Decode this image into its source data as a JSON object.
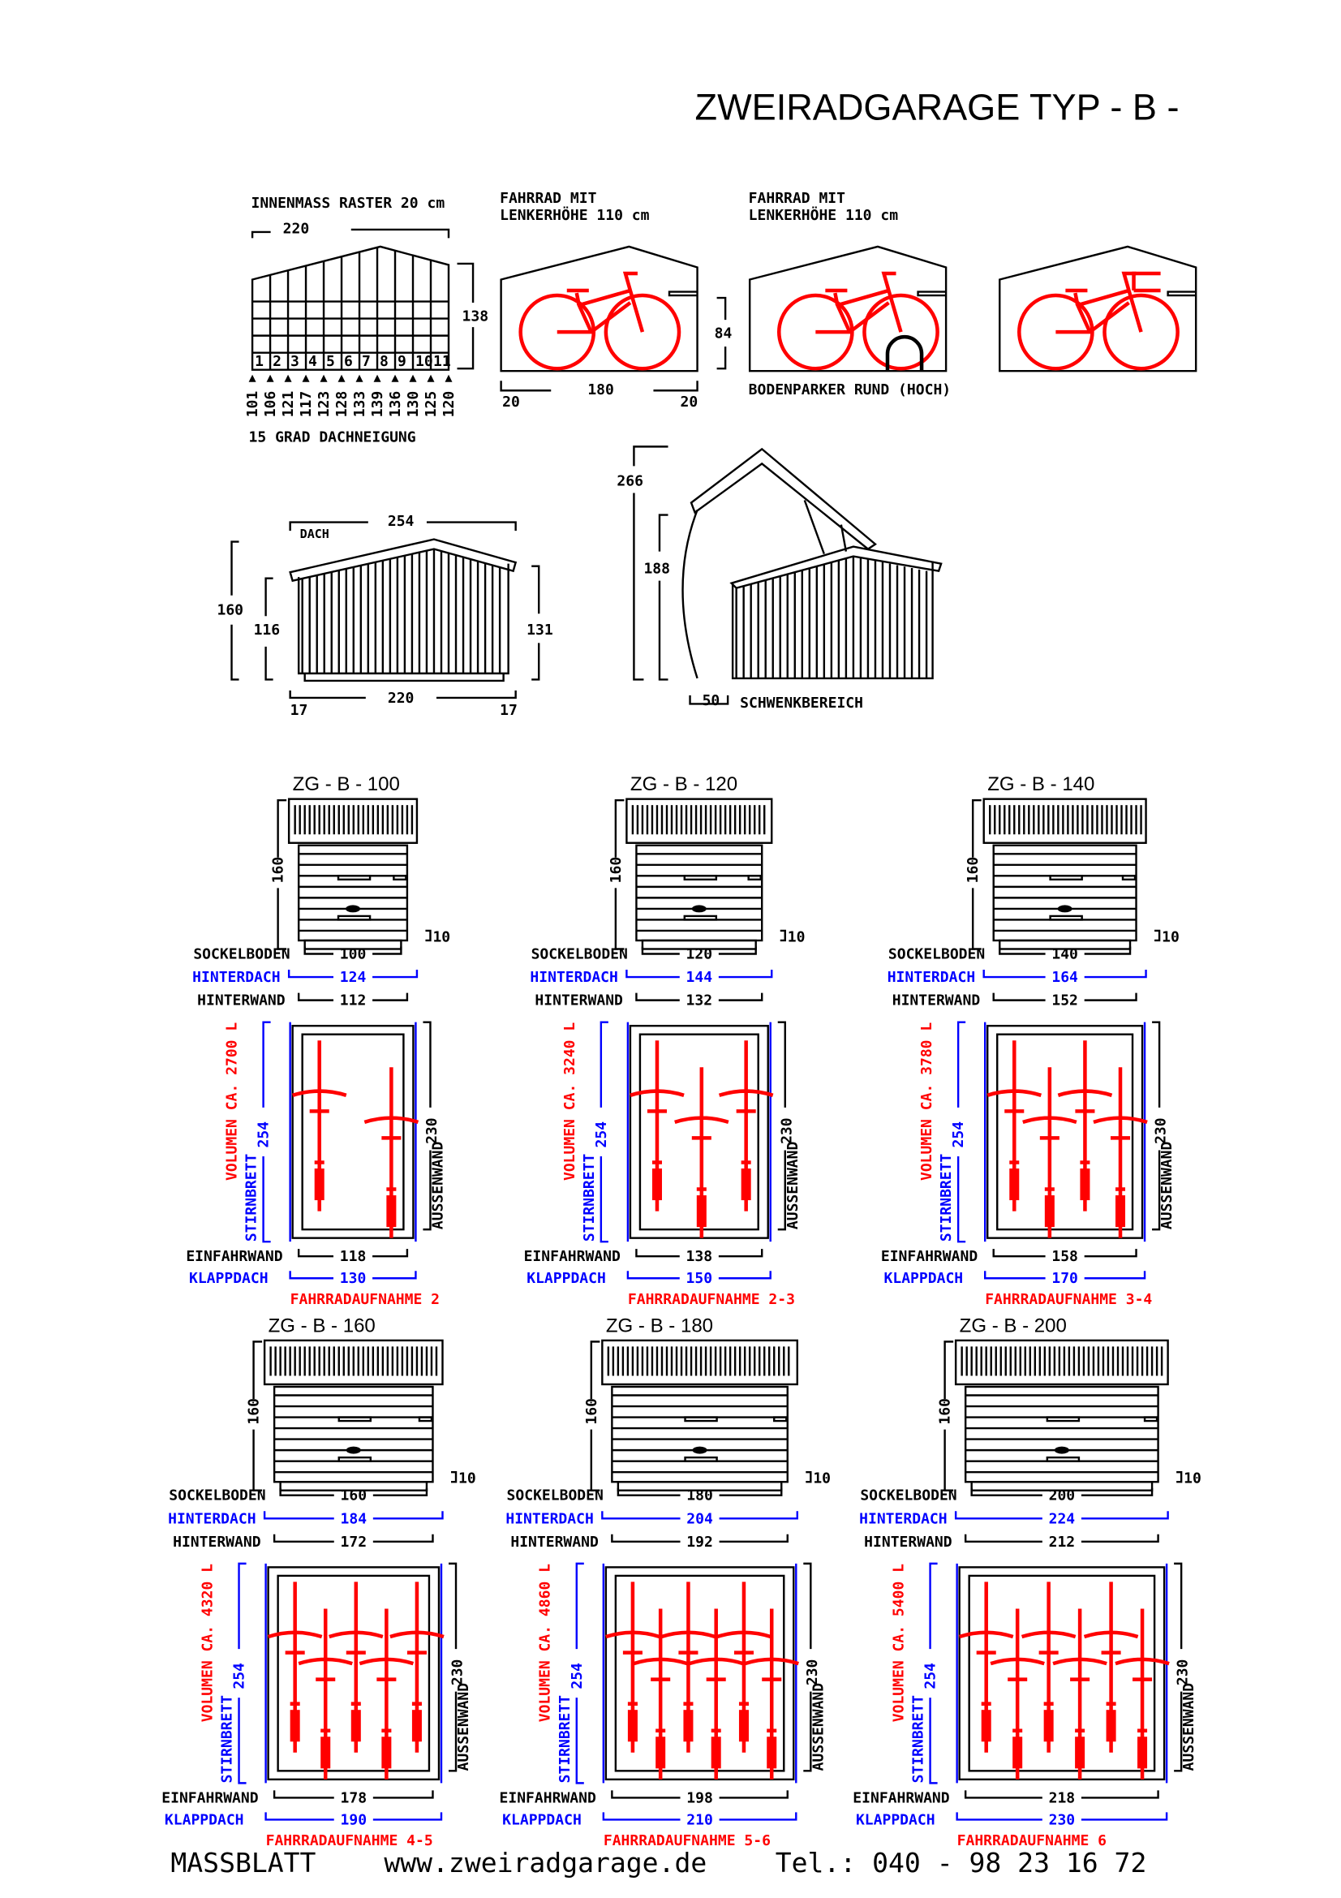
{
  "title": "ZWEIRADGARAGE  TYP - B -",
  "grid": {
    "label": "INNENMASS RASTER 20 cm",
    "width": "220",
    "height": "138",
    "columns": [
      "1",
      "2",
      "3",
      "4",
      "5",
      "6",
      "7",
      "8",
      "9",
      "10",
      "11"
    ],
    "heights": [
      "101",
      "106",
      "121",
      "117",
      "123",
      "128",
      "133",
      "139",
      "136",
      "130",
      "125",
      "120"
    ],
    "slope": "15 GRAD DACHNEIGUNG"
  },
  "bike1": {
    "label1": "FAHRRAD MIT",
    "label2": "LENKERHÖHE 110 cm",
    "left": "20",
    "mid": "180",
    "right": "20",
    "height": "84"
  },
  "bike2": {
    "label1": "FAHRRAD MIT",
    "label2": "LENKERHÖHE 110 cm",
    "caption": "BODENPARKER RUND (HOCH)"
  },
  "side": {
    "roof": "DACH",
    "roof_width": "254",
    "total_h": "160",
    "front_h": "116",
    "back_h": "131",
    "base": "220",
    "left": "17",
    "right": "17"
  },
  "open": {
    "open_h": "266",
    "h": "188",
    "swing": "50",
    "swing_label": "SCHWENKBEREICH"
  },
  "labels": {
    "sockelboden": "SOCKELBODEN",
    "hinterdach": "HINTERDACH",
    "hinterwand": "HINTERWAND",
    "einfahrwand": "EINFAHRWAND",
    "klappdach": "KLAPPDACH",
    "stirnbrett": "STIRNBRETT",
    "aussenwand": "AUSSENWAND",
    "volumen": "VOLUMEN CA.",
    "aufnahme": "FAHRRADAUFNAHME",
    "height": "160",
    "base": "10",
    "depth_roof": "254",
    "depth_wall": "230"
  },
  "models": [
    {
      "name": "ZG  - B - 100",
      "sockel": "100",
      "hinterdach": "124",
      "hinterwand": "112",
      "volumen": "2700 L",
      "einfahrwand": "118",
      "klappdach": "130",
      "aufnahme": "2",
      "bikes": 2
    },
    {
      "name": "ZG  - B - 120",
      "sockel": "120",
      "hinterdach": "144",
      "hinterwand": "132",
      "volumen": "3240 L",
      "einfahrwand": "138",
      "klappdach": "150",
      "aufnahme": "2-3",
      "bikes": 3
    },
    {
      "name": "ZG  - B - 140",
      "sockel": "140",
      "hinterdach": "164",
      "hinterwand": "152",
      "volumen": "3780 L",
      "einfahrwand": "158",
      "klappdach": "170",
      "aufnahme": "3-4",
      "bikes": 4
    },
    {
      "name": "ZG  - B - 160",
      "sockel": "160",
      "hinterdach": "184",
      "hinterwand": "172",
      "volumen": "4320 L",
      "einfahrwand": "178",
      "klappdach": "190",
      "aufnahme": "4-5",
      "bikes": 5
    },
    {
      "name": "ZG  - B - 180",
      "sockel": "180",
      "hinterdach": "204",
      "hinterwand": "192",
      "volumen": "4860 L",
      "einfahrwand": "198",
      "klappdach": "210",
      "aufnahme": "5-6",
      "bikes": 6
    },
    {
      "name": "ZG  - B - 200",
      "sockel": "200",
      "hinterdach": "224",
      "hinterwand": "212",
      "volumen": "5400 L",
      "einfahrwand": "218",
      "klappdach": "230",
      "aufnahme": "6",
      "bikes": 6
    }
  ],
  "footer": {
    "left": "MASSBLATT",
    "url": "www.zweiradgarage.de",
    "phone": "Tel.: 040 - 98 23 16 72"
  },
  "colors": {
    "blue": "#0000ff",
    "red": "#ff0000"
  }
}
